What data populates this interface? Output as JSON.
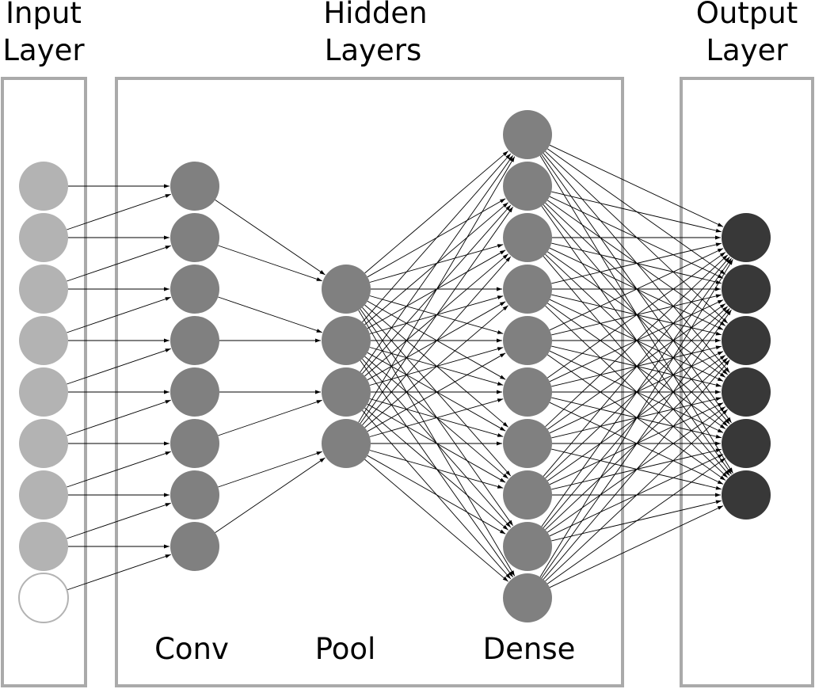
{
  "titles": {
    "input": [
      "Input",
      "Layer"
    ],
    "hidden": [
      "Hidden",
      "Layers"
    ],
    "output": [
      "Output",
      "Layer"
    ]
  },
  "hidden_labels": {
    "conv": "Conv",
    "pool": "Pool",
    "dense": "Dense"
  },
  "colors": {
    "input_node": "#b3b3b3",
    "input_empty_fill": "#ffffff",
    "input_empty_stroke": "#b3b3b3",
    "conv_node": "#808080",
    "pool_node": "#808080",
    "dense_node": "#808080",
    "output_node": "#383838",
    "box_stroke": "#aaaaaa",
    "edge": "#000000"
  },
  "layers": {
    "input_nodes": 9,
    "input_empty_index": 8,
    "conv_nodes": 8,
    "pool_nodes": 4,
    "dense_nodes": 10,
    "output_nodes": 6
  }
}
